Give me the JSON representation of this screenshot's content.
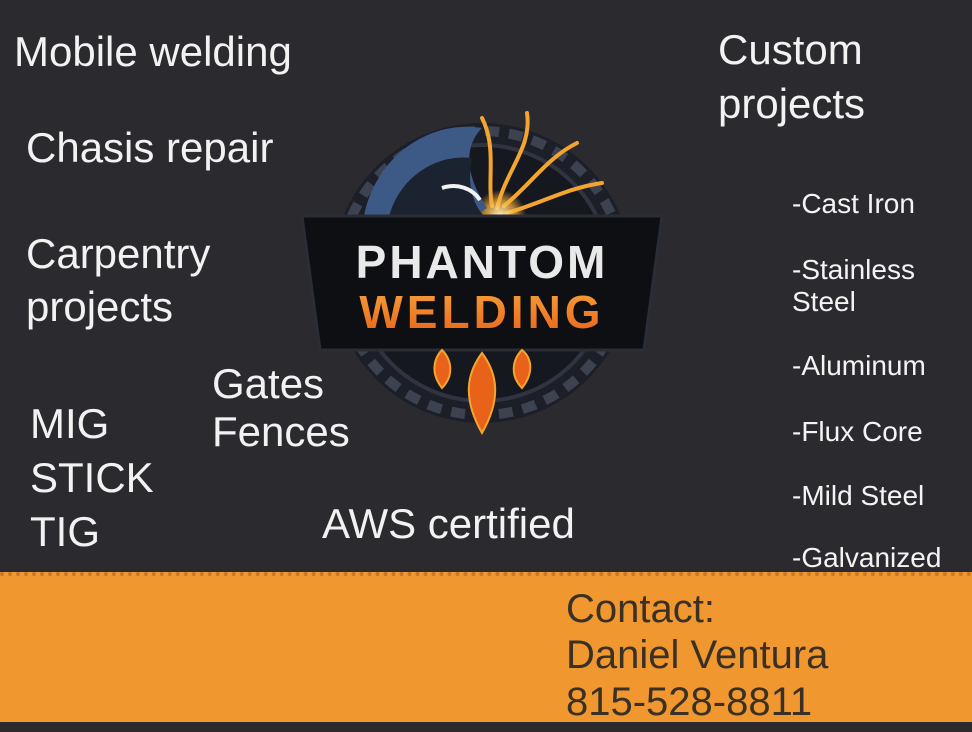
{
  "services": {
    "mobile_welding": "Mobile welding",
    "chasis_repair": "Chasis repair",
    "carpentry_line1": "Carpentry",
    "carpentry_line2": "projects",
    "gates": "Gates",
    "fences": "Fences",
    "mig": "MIG",
    "stick": "STICK",
    "tig": "TIG",
    "aws": "AWS certified",
    "custom_line1": "Custom",
    "custom_line2": "projects"
  },
  "materials": {
    "cast_iron": "-Cast Iron",
    "stainless_line1": "-Stainless",
    "stainless_line2": "Steel",
    "aluminum": "-Aluminum",
    "flux_core": "-Flux Core",
    "mild_steel": "-Mild Steel",
    "galvanized": "-Galvanized"
  },
  "logo": {
    "line1": "PHANTOM",
    "line2": "WELDING",
    "icon": "hooded-welder-icon"
  },
  "contact": {
    "label": "Contact:",
    "name": "Daniel Ventura",
    "phone": "815-528-8811"
  },
  "colors": {
    "background": "#2b2b2f",
    "footer": "#f0982f",
    "logo_orange": "#f07a1f",
    "text": "#f2f2f2"
  }
}
